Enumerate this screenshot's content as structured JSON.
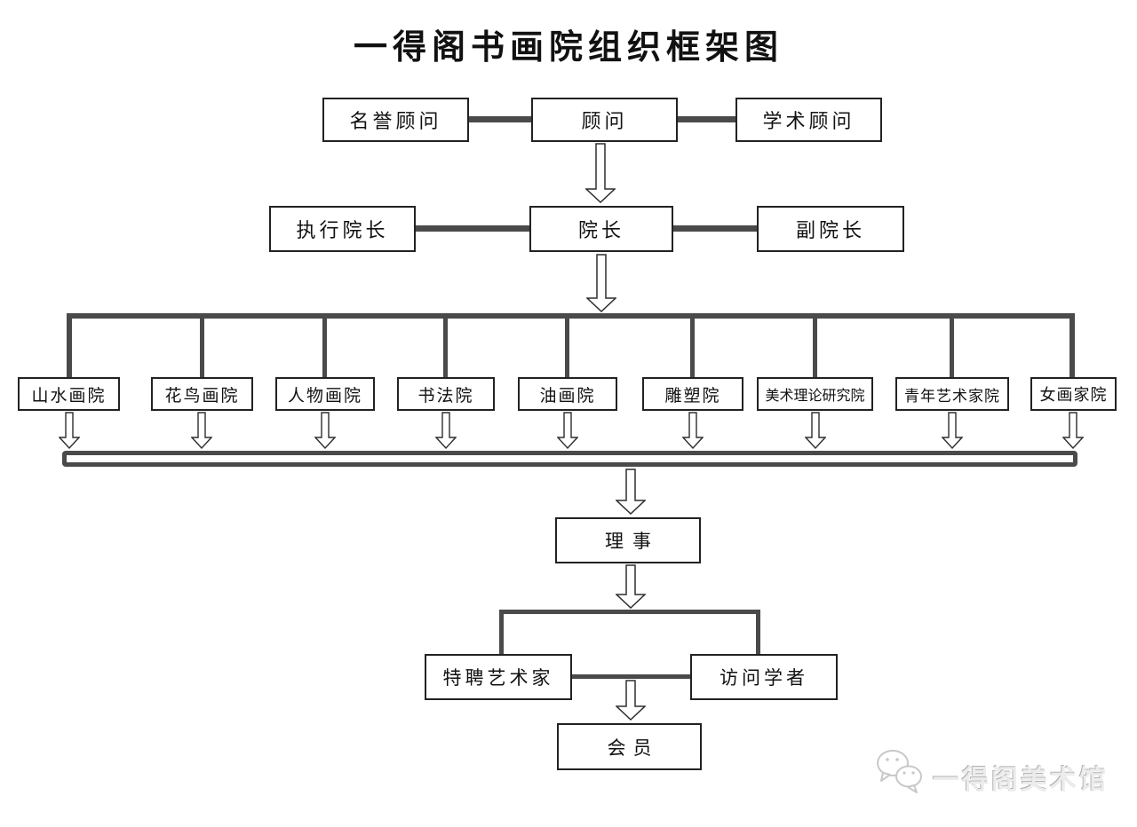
{
  "title": "一得阁书画院组织框架图",
  "chart": {
    "advisors": {
      "honorary": "名誉顾问",
      "chief": "顾问",
      "academic": "学术顾问"
    },
    "deans": {
      "executive": "执行院长",
      "dean": "院长",
      "vice": "副院长"
    },
    "departments": [
      "山水画院",
      "花鸟画院",
      "人物画院",
      "书法院",
      "油画院",
      "雕塑院",
      "美术理论研究院",
      "青年艺术家院",
      "女画家院"
    ],
    "council": "理事",
    "membership": {
      "invited_artist": "特聘艺术家",
      "visiting_scholar": "访问学者",
      "member": "会员"
    }
  },
  "watermark": {
    "brand": "一得阁美术馆",
    "icon": "wechat-icon"
  },
  "colors": {
    "background": "#ffffff",
    "connector": "#4a4a4a",
    "box_border": "#222222",
    "watermark_text": "#ececec"
  }
}
